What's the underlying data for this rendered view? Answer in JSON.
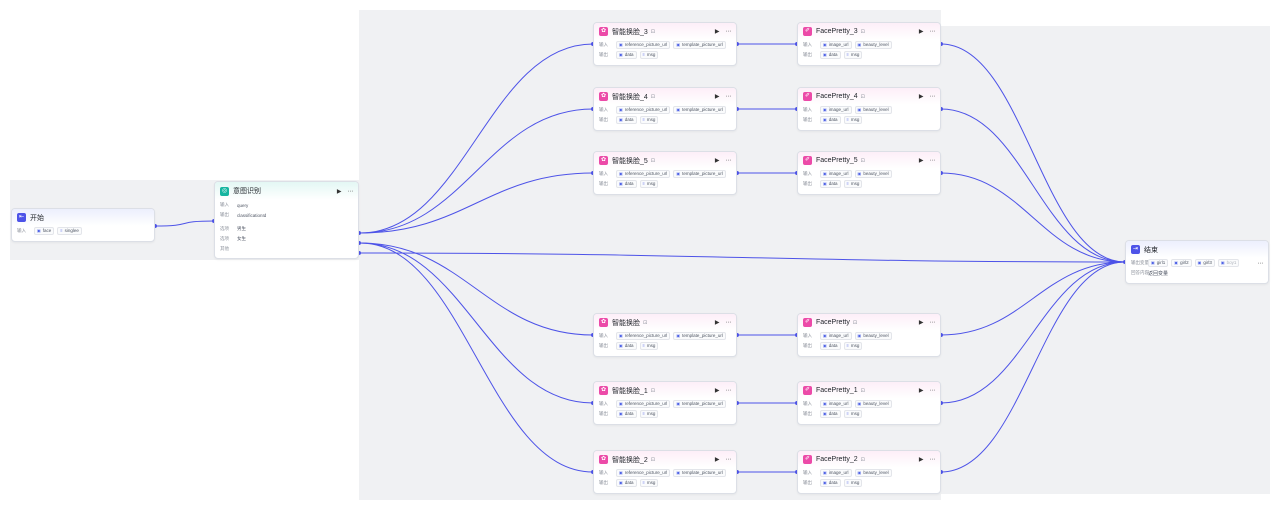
{
  "colors": {
    "wire": "#4d53e8",
    "pink_icon": "#ec4aa8",
    "teal_icon": "#16b5a0",
    "blue_icon": "#4d53e8"
  },
  "labels": {
    "input": "输入",
    "output": "输出",
    "more": "···",
    "run": "▶",
    "lock": "⊡"
  },
  "start": {
    "title": "开始",
    "icon": "exit-icon",
    "inputs": [
      "face",
      "singlee"
    ]
  },
  "intent": {
    "title": "意图识别",
    "icon": "intent-icon",
    "input": "query",
    "output": "classificationId",
    "options": [
      "男生",
      "女生",
      "其他"
    ],
    "option_labels": [
      "选项",
      "选项",
      "其他"
    ]
  },
  "swap_nodes": [
    {
      "title": "智能换脸_3",
      "inputs": [
        "reference_picture_url",
        "template_picture_url"
      ],
      "outputs": [
        "data",
        "msg"
      ]
    },
    {
      "title": "智能换脸_4",
      "inputs": [
        "reference_picture_url",
        "template_picture_url"
      ],
      "outputs": [
        "data",
        "msg"
      ]
    },
    {
      "title": "智能换脸_5",
      "inputs": [
        "reference_picture_url",
        "template_picture_url"
      ],
      "outputs": [
        "data",
        "msg"
      ]
    },
    {
      "title": "智能换脸",
      "inputs": [
        "reference_picture_url",
        "template_picture_url"
      ],
      "outputs": [
        "data",
        "msg"
      ]
    },
    {
      "title": "智能换脸_1",
      "inputs": [
        "reference_picture_url",
        "template_picture_url"
      ],
      "outputs": [
        "data",
        "msg"
      ]
    },
    {
      "title": "智能换脸_2",
      "inputs": [
        "reference_picture_url",
        "template_picture_url"
      ],
      "outputs": [
        "data",
        "msg"
      ]
    }
  ],
  "pretty_nodes": [
    {
      "title": "FacePretty_3",
      "inputs": [
        "image_url",
        "beauty_level"
      ],
      "outputs": [
        "data",
        "msg"
      ]
    },
    {
      "title": "FacePretty_4",
      "inputs": [
        "image_url",
        "beauty_level"
      ],
      "outputs": [
        "data",
        "msg"
      ]
    },
    {
      "title": "FacePretty_5",
      "inputs": [
        "image_url",
        "beauty_level"
      ],
      "outputs": [
        "data",
        "msg"
      ]
    },
    {
      "title": "FacePretty",
      "inputs": [
        "image_url",
        "beauty_level"
      ],
      "outputs": [
        "data",
        "msg"
      ]
    },
    {
      "title": "FacePretty_1",
      "inputs": [
        "image_url",
        "beauty_level"
      ],
      "outputs": [
        "data",
        "msg"
      ]
    },
    {
      "title": "FacePretty_2",
      "inputs": [
        "image_url",
        "beauty_level"
      ],
      "outputs": [
        "data",
        "msg"
      ]
    }
  ],
  "end": {
    "title": "结束",
    "icon": "enter-icon",
    "output_label": "输出变量",
    "outputs": [
      "girl1",
      "girl2",
      "girl3",
      "boy1"
    ],
    "answer_label": "回答内容",
    "answer": "返回变量"
  }
}
